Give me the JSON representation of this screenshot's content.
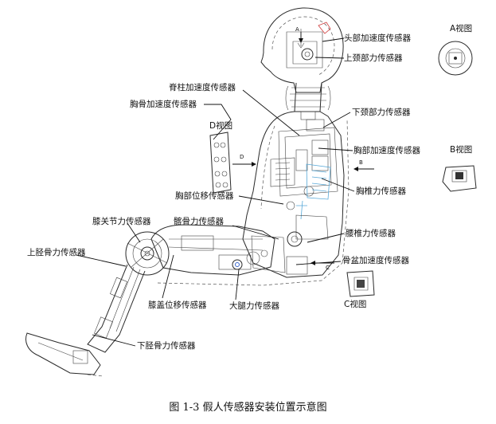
{
  "labels": {
    "head_accel": "头部加速度传感器",
    "upper_neck": "上颈部力传感器",
    "spine_accel": "脊柱加速度传感器",
    "sternum_accel": "胸骨加速度传感器",
    "lower_neck": "下颈部力传感器",
    "chest_accel": "胸部加速度传感器",
    "thoracic_spine": "胸椎力传感器",
    "chest_disp": "胸部位移传感器",
    "iliac_force": "髂骨力传感器",
    "knee_joint": "膝关节力传感器",
    "upper_tibia": "上胫骨力传感器",
    "lumbar_spine": "腰椎力传感器",
    "pelvis_accel": "骨盆加速度传感器",
    "knee_disp": "膝盖位移传感器",
    "femur_force": "大腿力传感器",
    "lower_tibia": "下胫骨力传感器"
  },
  "views": {
    "a": "A视图",
    "b": "B视图",
    "c": "C视图",
    "d": "D视图"
  },
  "letters": {
    "a": "A",
    "b": "B",
    "c": "C",
    "d": "D"
  },
  "caption": "图 1-3  假人传感器安装位置示意图",
  "colors": {
    "ink": "#2a2a2a",
    "accent_blue": "#58a9d8",
    "accent_red": "#d04040"
  }
}
